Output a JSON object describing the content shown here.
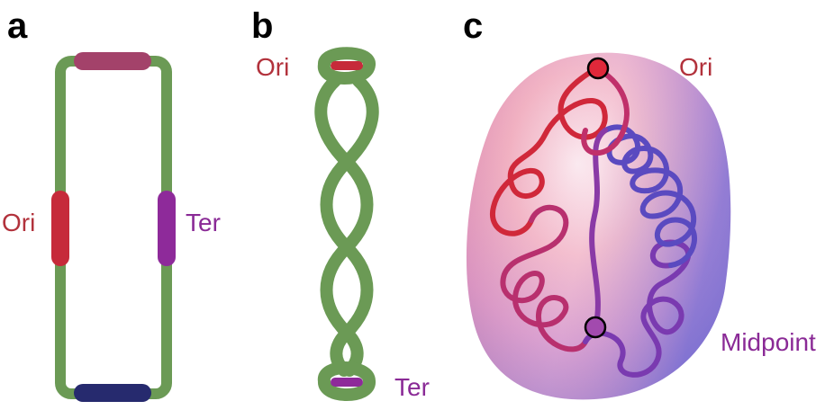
{
  "panels": {
    "a": {
      "letter": "a",
      "ori_label": "Ori",
      "ter_label": "Ter"
    },
    "b": {
      "letter": "b",
      "ori_label": "Ori",
      "ter_label": "Ter"
    },
    "c": {
      "letter": "c",
      "ori_label": "Ori",
      "midpoint_label": "Midpoint"
    }
  },
  "colors": {
    "chromosome_green": "#6b9a55",
    "ori_red": "#c62a3a",
    "ter_purple": "#8e2a9a",
    "top_marker": "#a3426a",
    "bottom_marker": "#262a6e",
    "label_red": "#b2323c",
    "label_purple": "#8a2a96",
    "cloud_red": "#e36a7a",
    "cloud_blue": "#6a6ad8"
  }
}
